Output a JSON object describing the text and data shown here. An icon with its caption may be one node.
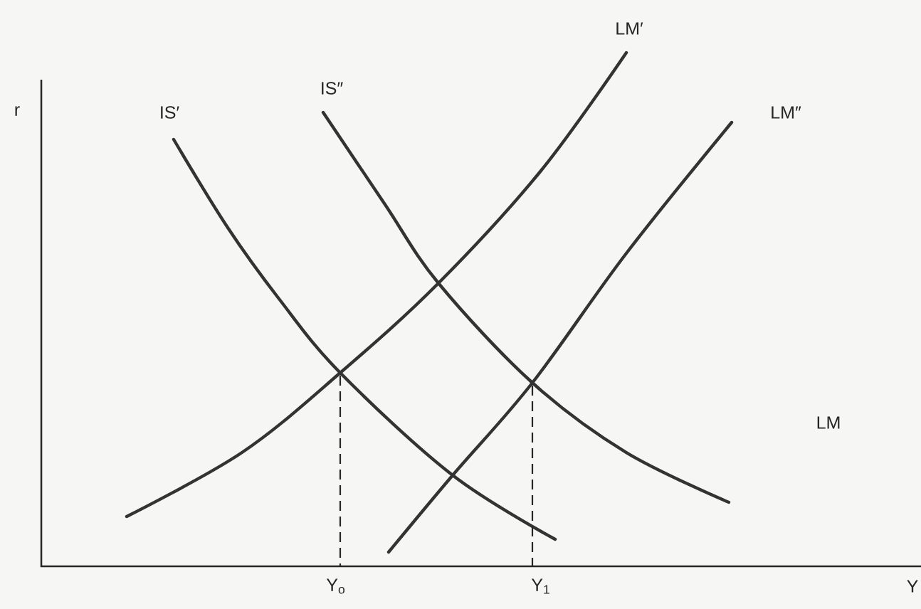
{
  "diagram": {
    "labels": [
      "LM′",
      "r",
      "IS″",
      "IS′",
      "LM″",
      "LM",
      "Y$_{o}$",
      "Y$_{1}$",
      "Y"
    ]
  }
}
